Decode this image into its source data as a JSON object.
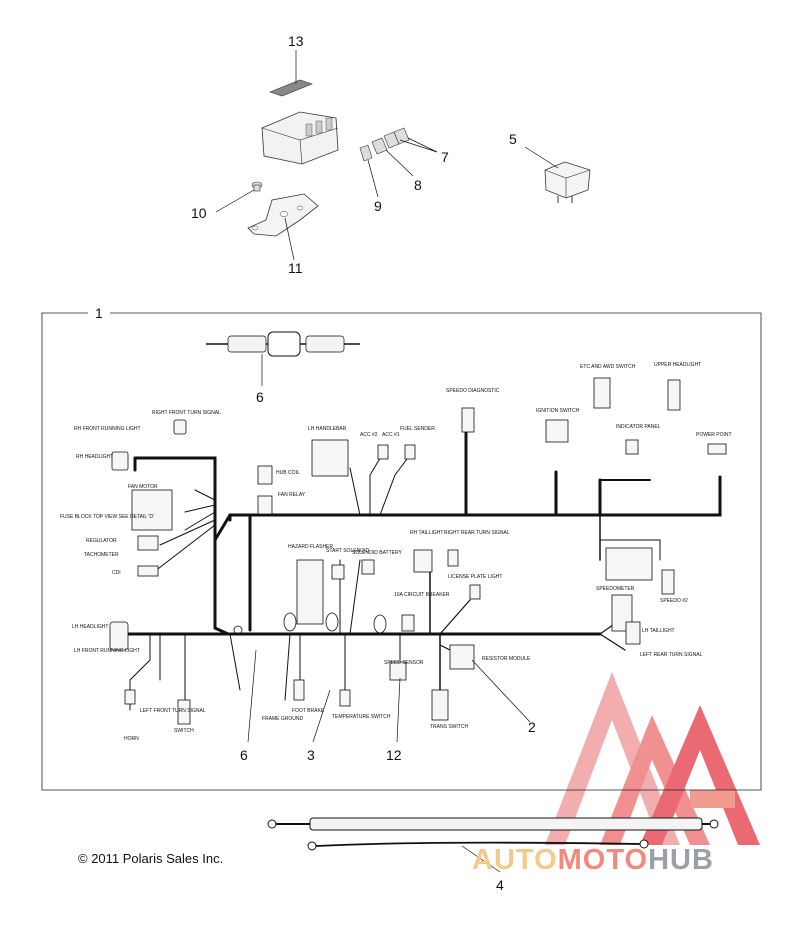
{
  "callouts": {
    "c13": "13",
    "c7": "7",
    "c8": "8",
    "c9": "9",
    "c5": "5",
    "c10": "10",
    "c11": "11",
    "c1": "1",
    "c6a": "6",
    "c6b": "6",
    "c3": "3",
    "c12": "12",
    "c2": "2",
    "c4": "4"
  },
  "labels": {
    "rh_front_running_light": "RH FRONT RUNNING LIGHT",
    "rh_headlight": "RH HEADLIGHT",
    "right_front_turn_signal": "RIGHT FRONT TURN SIGNAL",
    "lh_handlebar": "LH HANDLEBAR",
    "acc2": "ACC #2",
    "acc1": "ACC #1",
    "fuel_sender": "FUEL SENDER",
    "speedo_diagnostic": "SPEEDO DIAGNOSTIC",
    "ignition_switch": "IGNITION SWITCH",
    "etc_awd_switch": "ETC AND AWD SWITCH",
    "upper_headlight": "UPPER HEADLIGHT",
    "indicator_panel": "INDICATOR PANEL",
    "power_point": "POWER POINT",
    "fan_motor": "FAN MOTOR",
    "hub_coil": "HUB COIL",
    "fan_relay": "FAN RELAY",
    "fuse_block": "FUSE BLOCK TOP VIEW SEE DETAIL 'D'",
    "regulator": "REGULATOR",
    "tachometer": "TACHOMETER",
    "cdi": "CDI",
    "hazard_flasher": "HAZARD FLASHER",
    "start_solenoid": "START SOLENOID",
    "solenoid_battery": "SOLENOID BATTERY",
    "rh_taillight": "RH TAILLIGHT",
    "right_rear_turn_signal": "RIGHT REAR TURN SIGNAL",
    "license_plate_light": "LICENSE PLATE LIGHT",
    "circuit_breaker": "10A CIRCUIT BREAKER",
    "speedometer": "SPEEDOMETER",
    "speedo2": "SPEEDO #2",
    "lh_headlight": "LH HEADLIGHT",
    "lh_front_running_light": "LH FRONT RUNNING LIGHT",
    "left_front_turn_signal": "LEFT FRONT TURN SIGNAL",
    "horn": "HORN",
    "switch": "SWITCH",
    "frame_ground": "FRAME GROUND",
    "foot_brake": "FOOT BRAKE",
    "speed_sensor": "SPEED SENSOR",
    "temperature_switch": "TEMPERATURE SWITCH",
    "trans_switch": "TRANS SWITCH",
    "resistor_module": "RESISTOR MODULE",
    "lh_taillight": "LH TAILLIGHT",
    "left_rear_turn_signal": "LEFT REAR TURN SIGNAL"
  },
  "copyright": "© 2011 Polaris Sales Inc.",
  "watermark": {
    "auto": "AUTO",
    "moto": "MOTO",
    "hub": "HUB"
  },
  "colors": {
    "wire": "#111111",
    "watermark_red": "#e8505b",
    "watermark_orange": "#f5b862",
    "watermark_gray": "#8c9196"
  }
}
